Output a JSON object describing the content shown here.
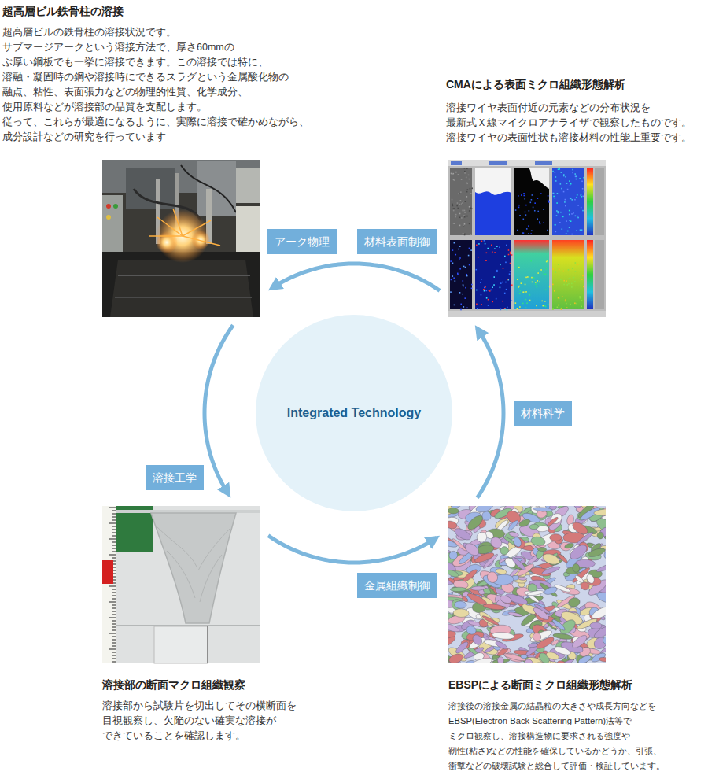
{
  "diagram": {
    "nodes": [
      {
        "text": [
          "超高層ビル鉄骨柱の溶接",
          "超高層ビルの鉄骨柱の溶接状況です。 サブマージアークという溶接方法で、厚さ60mmの ぶ厚い鋼板でも一挙に溶接できます。この溶接では特に、 溶融・凝固時の鋼や溶接時にできるスラグという金属酸化物の 融点、粘性、表面張力などの物理的性質、化学成分、 使用原料などが溶接部の品質を支配します。 従って、これらが最適になるように、実際に溶接で確かめながら、 成分設計などの研究を行っています"
        ]
      },
      {
        "text": [
          "CMAによる表面ミクロ組織形態解析",
          "溶接ワイヤ表面付近の元素などの分布状況を 最新式Ｘ線マイクロアナライザで観察したものです。 溶接ワイヤの表面性状も溶接材料の性能上重要です。"
        ]
      },
      {
        "text": [
          "Integrated Technology"
        ]
      },
      {
        "text": [
          "溶接部の断面マクロ組織観察",
          "溶接部から試験片を切出してその横断面を 目視観察し、欠陥のない確実な溶接が できていることを確認します。"
        ]
      },
      {
        "text": [
          "EBSPによる断面ミクロ組織形態解析",
          "溶接後の溶接金属の結晶粒の大きさや成長方向などを EBSP(Electron Back Scattering Pattern)法等で ミクロ観察し、溶接構造物に要求される強度や 靭性(粘さ)などの性能を確保しているかどうか、引張、 衝撃などの破壊試験と総合して評価・検証しています。"
        ]
      }
    ],
    "edges": [
      {
        "from": 1,
        "to": 0,
        "arrow": "to",
        "label": "アーク物理"
      },
      {
        "from": 0,
        "to": 3,
        "arrow": "to",
        "label": "溶接工学"
      },
      {
        "from": 3,
        "to": 4,
        "arrow": "to",
        "label": "金属組織制御"
      },
      {
        "from": 4,
        "to": 1,
        "arrow": "to",
        "label": "材料科学"
      }
    ],
    "labels": [
      "材料表面制御"
    ]
  }
}
